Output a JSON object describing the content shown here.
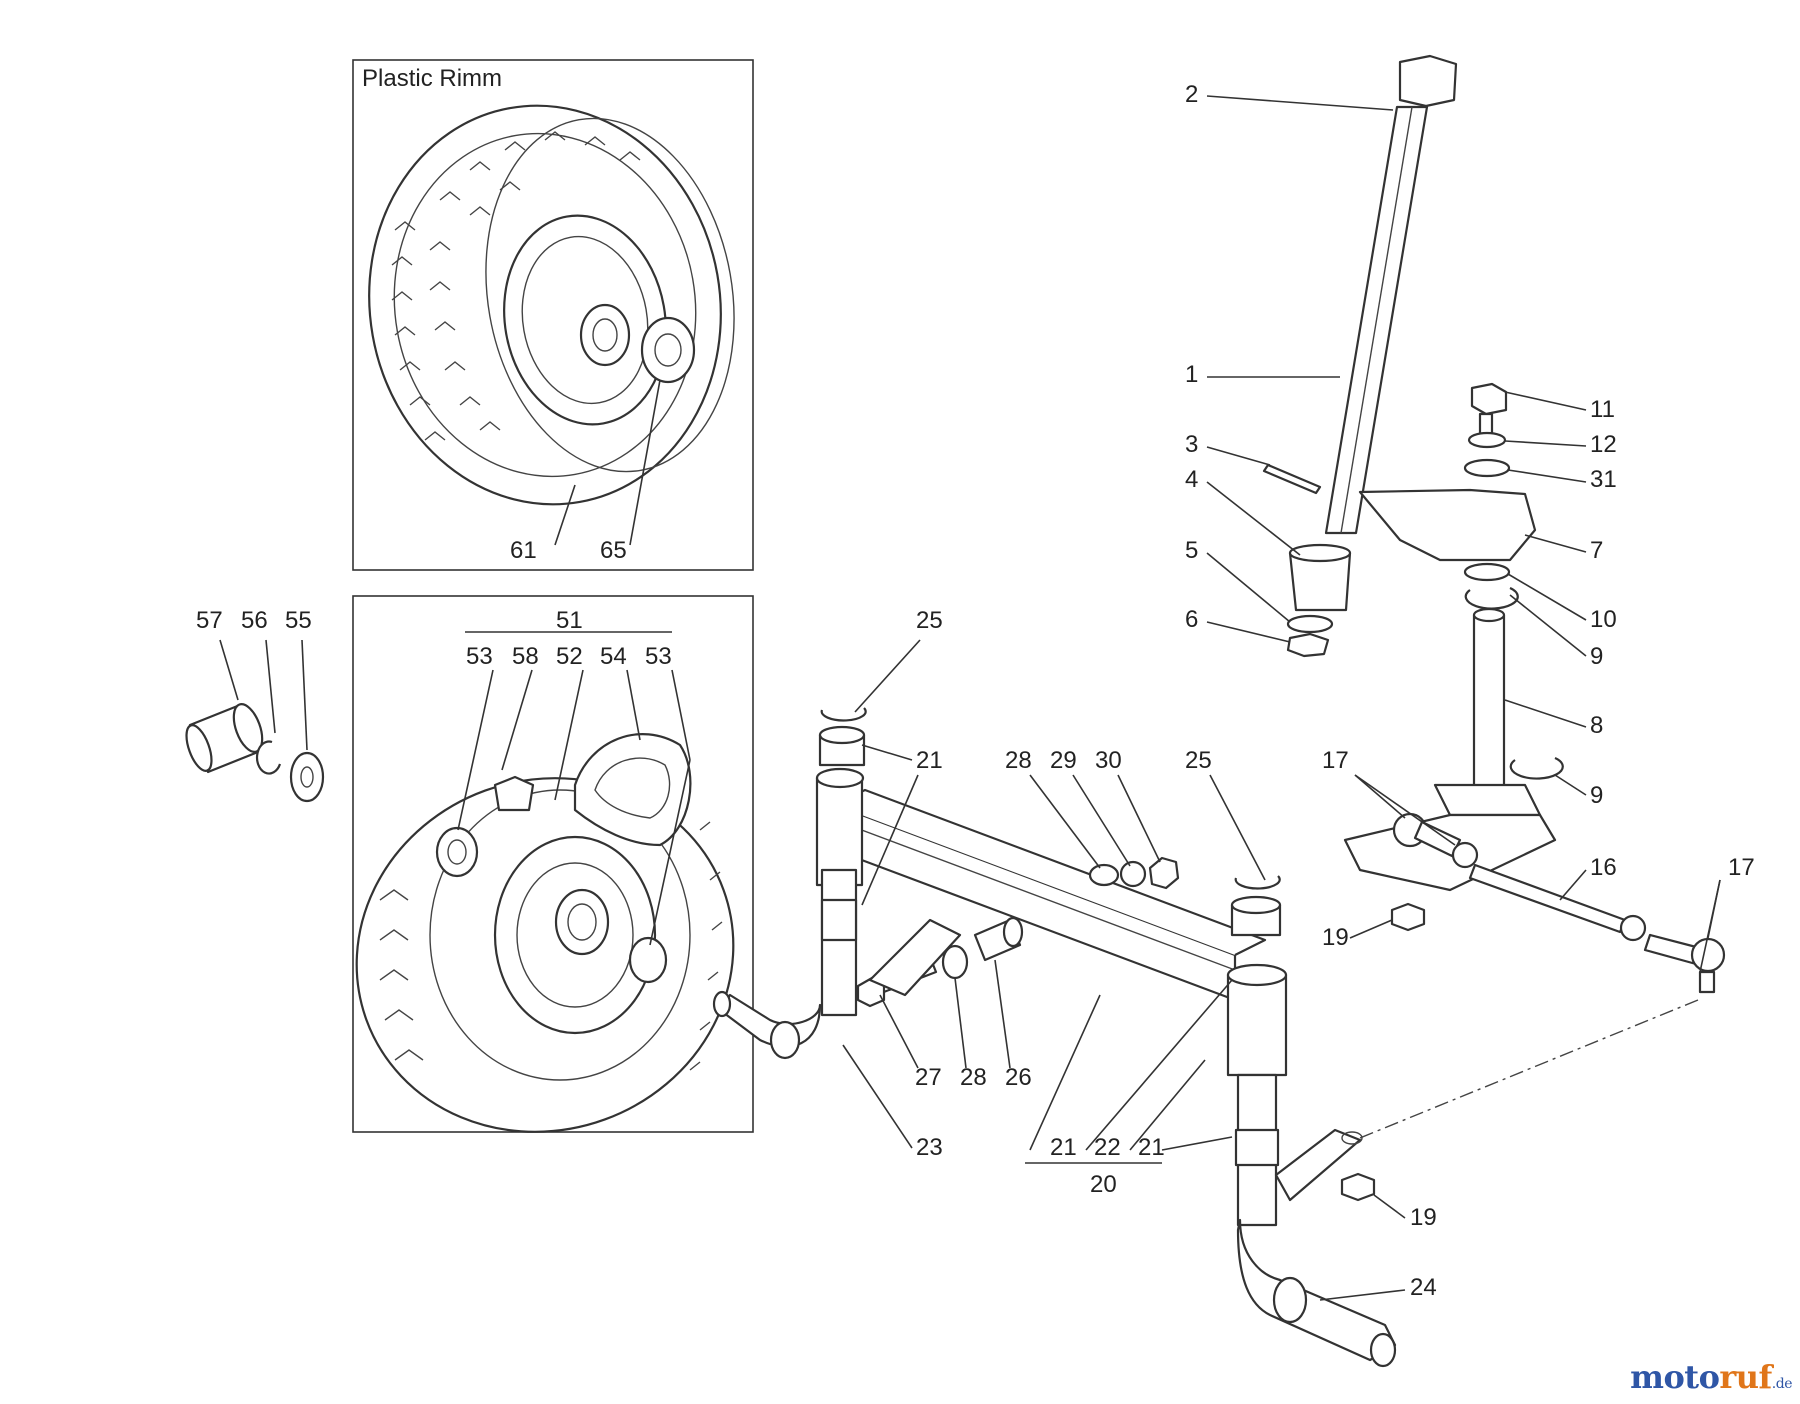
{
  "boxes": {
    "top": {
      "title": "Plastic Rimm"
    }
  },
  "labels": {
    "p1": "1",
    "p2": "2",
    "p3": "3",
    "p4": "4",
    "p5": "5",
    "p6": "6",
    "p7": "7",
    "p8": "8",
    "p9a": "9",
    "p9b": "9",
    "p10": "10",
    "p11": "11",
    "p12": "12",
    "p31": "31",
    "p16": "16",
    "p17a": "17",
    "p17b": "17",
    "p19a": "19",
    "p19b": "19",
    "p20": "20",
    "p21a": "21",
    "p21b": "21",
    "p21c": "21",
    "p22": "22",
    "p23": "23",
    "p24": "24",
    "p25a": "25",
    "p25b": "25",
    "p26": "26",
    "p27": "27",
    "p28a": "28",
    "p28b": "28",
    "p29": "29",
    "p30": "30",
    "p51": "51",
    "p52": "52",
    "p53a": "53",
    "p53b": "53",
    "p54": "54",
    "p55": "55",
    "p56": "56",
    "p57": "57",
    "p58": "58",
    "p61": "61",
    "p65": "65"
  },
  "logo": {
    "part1": "moto",
    "part2": "ruf",
    "part3": ".de"
  }
}
